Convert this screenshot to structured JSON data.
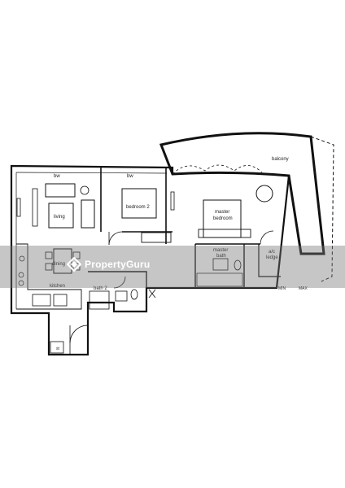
{
  "rooms": {
    "bw_1": "bw",
    "bw_2": "bw",
    "living": "living",
    "bedroom_2": "bedroom 2",
    "master_bedroom_1": "master",
    "master_bedroom_2": "bedroom",
    "dining": "dining",
    "kitchen": "kitchen",
    "bath_2": "bath 2",
    "master_bath_1": "master",
    "master_bath_2": "bath",
    "ac_ledge_1": "a/c",
    "ac_ledge_2": "ledge",
    "balcony": "balcony",
    "store": "st"
  },
  "scale_marks": {
    "min": "MIN",
    "max": "MAX"
  },
  "watermark": {
    "brand": "PropertyGuru"
  },
  "colors": {
    "line": "#111111",
    "watermark_band": "#7a7a7a",
    "watermark_text": "#ffffff"
  }
}
